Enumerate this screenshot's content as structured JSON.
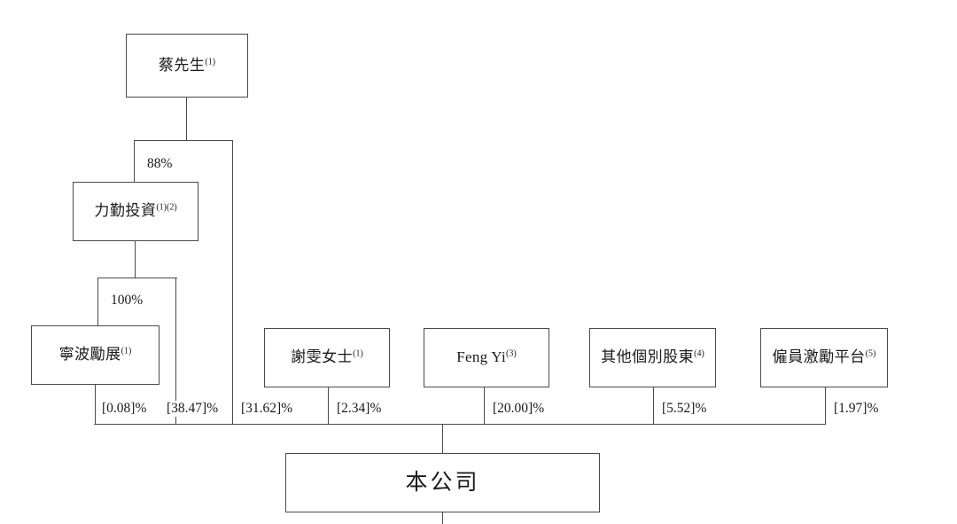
{
  "chart_data": {
    "type": "diagram",
    "title": "",
    "diagram_kind": "shareholding-structure-org-chart",
    "nodes": [
      {
        "id": "mr-cai",
        "label": "蔡先生",
        "note": "(1)",
        "level": 0
      },
      {
        "id": "liqin-invest",
        "label": "力勤投資",
        "note": "(1)(2)",
        "level": 1
      },
      {
        "id": "ningbo-lizhan",
        "label": "寧波勵展",
        "note": "(1)",
        "level": 2
      },
      {
        "id": "ms-xie-wen",
        "label": "謝雯女士",
        "note": "(1)",
        "level": 2
      },
      {
        "id": "feng-yi",
        "label": "Feng Yi",
        "note": "(3)",
        "level": 2
      },
      {
        "id": "other-holders",
        "label": "其他個別股東",
        "note": "(4)",
        "level": 2
      },
      {
        "id": "esop-platform",
        "label": "僱員激勵平台",
        "note": "(5)",
        "level": 2
      },
      {
        "id": "the-company",
        "label": "本公司",
        "note": "",
        "level": 3
      }
    ],
    "edges": [
      {
        "from": "mr-cai",
        "to": "liqin-invest",
        "label": "88%"
      },
      {
        "from": "liqin-invest",
        "to": "ningbo-lizhan",
        "label": "100%"
      },
      {
        "from": "ningbo-lizhan",
        "to": "the-company",
        "label": "[0.08]%"
      },
      {
        "from": "liqin-invest",
        "to": "the-company",
        "label": "[38.47]%"
      },
      {
        "from": "mr-cai",
        "to": "the-company",
        "label": "[31.62]%"
      },
      {
        "from": "ms-xie-wen",
        "to": "the-company",
        "label": "[2.34]%"
      },
      {
        "from": "feng-yi",
        "to": "the-company",
        "label": "[20.00]%"
      },
      {
        "from": "other-holders",
        "to": "the-company",
        "label": "[5.52]%"
      },
      {
        "from": "esop-platform",
        "to": "the-company",
        "label": "[1.97]%"
      }
    ],
    "ownership_percentages": {
      "ningbo_lizhan_to_company": "[0.08]%",
      "liqin_investment_to_company": "[38.47]%",
      "mr_cai_to_company": "[31.62]%",
      "ms_xie_wen_to_company": "[2.34]%",
      "feng_yi_to_company": "[20.00]%",
      "other_individual_shareholders_to_company": "[5.52]%",
      "employee_incentive_platform_to_company": "[1.97]%",
      "mr_cai_to_liqin_investment": "88%",
      "liqin_investment_to_ningbo_lizhan": "100%"
    },
    "colors": {
      "line": "#4a4a4a",
      "box_border": "#4a4a4a",
      "background": "#ffffff",
      "text": "#1a1a1a"
    }
  },
  "nodes": {
    "mr_cai": {
      "label": "蔡先生",
      "note": "(1)"
    },
    "liqin": {
      "label": "力勤投資",
      "note": "(1)(2)"
    },
    "ningbo": {
      "label": "寧波勵展",
      "note": "(1)"
    },
    "xie_wen": {
      "label": "謝雯女士",
      "note": "(1)"
    },
    "feng_yi": {
      "label": "Feng Yi",
      "note": "(3)"
    },
    "other_holders": {
      "label": "其他個別股東",
      "note": "(4)"
    },
    "esop": {
      "label": "僱員激勵平台",
      "note": "(5)"
    },
    "company": {
      "label": "本公司",
      "note": ""
    }
  },
  "edge_labels": {
    "cai_to_liqin": "88%",
    "liqin_to_ningbo": "100%",
    "ningbo_pct": "[0.08]%",
    "liqin_pct": "[38.47]%",
    "cai_pct": "[31.62]%",
    "xie_wen_pct": "[2.34]%",
    "feng_yi_pct": "[20.00]%",
    "other_pct": "[5.52]%",
    "esop_pct": "[1.97]%"
  }
}
